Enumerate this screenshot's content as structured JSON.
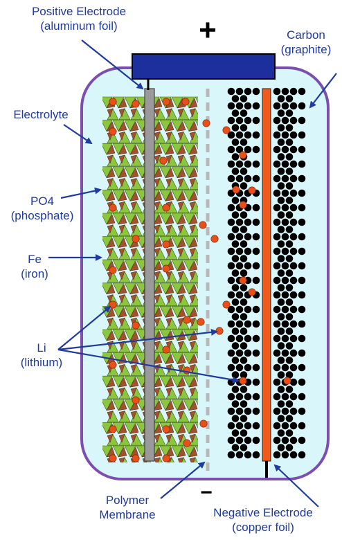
{
  "terminals": {
    "positive": "+",
    "negative": "−"
  },
  "labels": {
    "positive_electrode": {
      "line1": "Positive Electrode",
      "line2": "(aluminum foil)"
    },
    "carbon": {
      "line1": "Carbon",
      "line2": "(graphite)"
    },
    "electrolyte": "Electrolyte",
    "phosphate": {
      "line1": "PO4",
      "line2": "(phosphate)"
    },
    "iron": {
      "line1": "Fe",
      "line2": "(iron)"
    },
    "lithium": {
      "line1": "Li",
      "line2": "(lithium)"
    },
    "membrane": {
      "line1": "Polymer",
      "line2": "Membrane"
    },
    "negative_electrode": {
      "line1": "Negative Electrode",
      "line2": "(copper foil)"
    }
  },
  "colors": {
    "label_text": "#1f3aa0",
    "arrow": "#1f3aa0",
    "casing_border": "#7b4fb0",
    "electrolyte_fill": "#d9f6fb",
    "terminal_cap": "#1c2f9c",
    "aluminum_foil": "#9a9a9a",
    "copper_foil": "#f05a1a",
    "lithium_ion": "#e8501a",
    "phosphate_tetrahedron": "#8cc63f",
    "iron_octahedron": "#a0522d",
    "graphite_atom": "#000000",
    "membrane": "#b8b8b8"
  }
}
